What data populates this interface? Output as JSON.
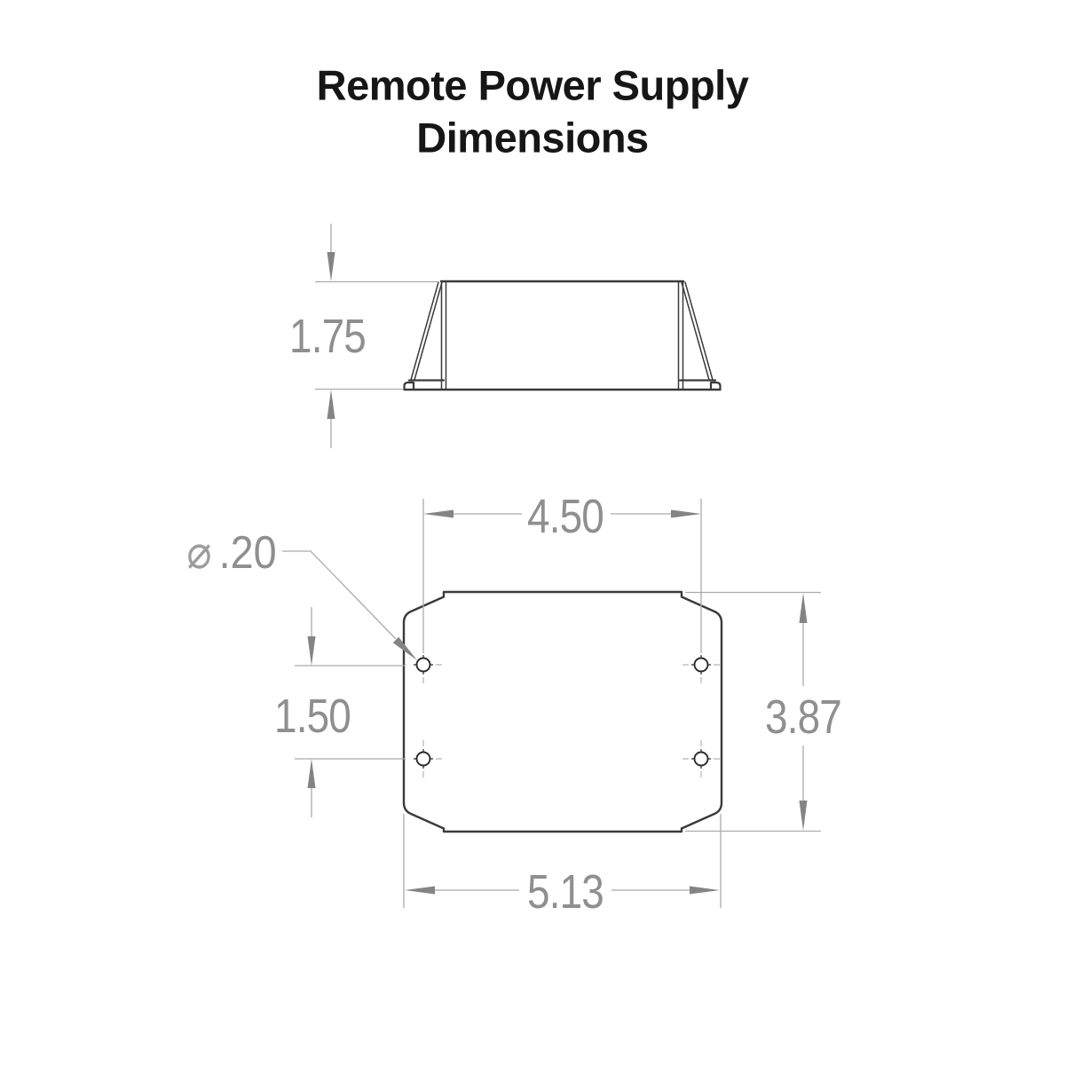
{
  "title": {
    "line1": "Remote Power Supply",
    "line2": "Dimensions"
  },
  "side_view": {
    "height_dim": "1.75"
  },
  "top_view": {
    "hole_spacing_width_dim": "4.50",
    "hole_diameter_symbol": "⌀",
    "hole_diameter_value": ".20",
    "hole_spacing_height_dim": "1.50",
    "overall_height_dim": "3.87",
    "overall_width_dim": "5.13"
  },
  "colors": {
    "background": "#ffffff",
    "outline": "#3a3a3a",
    "dimension_line": "#ababab",
    "arrowhead": "#848484",
    "dimension_text": "#8f8f8f",
    "title_text": "#161616"
  }
}
